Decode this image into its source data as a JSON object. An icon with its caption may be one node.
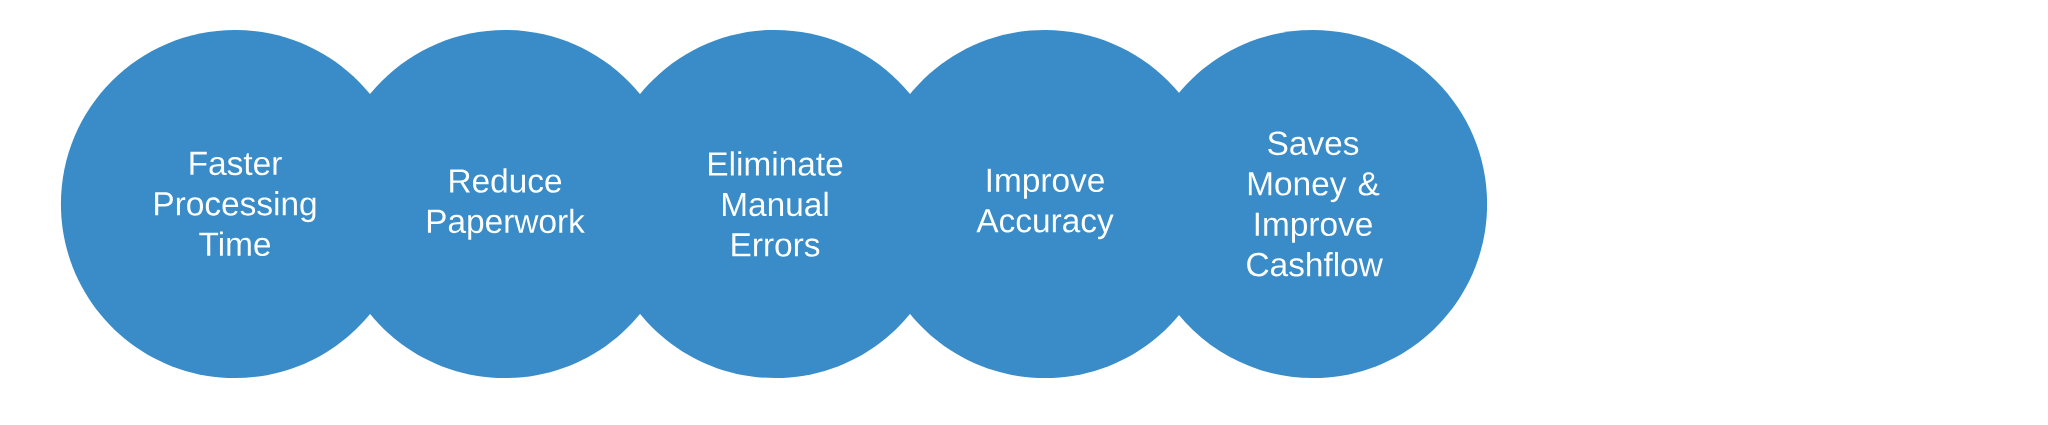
{
  "diagram": {
    "nodes": [
      {
        "text": [
          "Faster Processing Time"
        ]
      },
      {
        "text": [
          "Reduce Paperwork"
        ]
      },
      {
        "text": [
          "Eliminate Manual Errors"
        ]
      },
      {
        "text": [
          "Improve Accuracy"
        ]
      },
      {
        "text": [
          "Saves Money & Improve Cashflow"
        ]
      }
    ]
  }
}
